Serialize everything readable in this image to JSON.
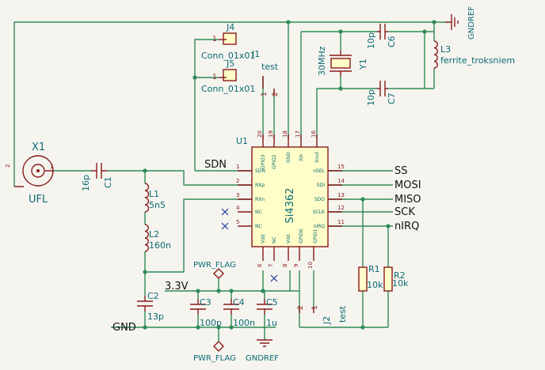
{
  "schematic": {
    "u1": {
      "ref": "U1",
      "value": "Si4362",
      "pins_left": [
        {
          "num": "1",
          "name": "SDN"
        },
        {
          "num": "2",
          "name": "RXp"
        },
        {
          "num": "3",
          "name": "RXn"
        },
        {
          "num": "4",
          "name": "NC"
        },
        {
          "num": "5",
          "name": "NC"
        }
      ],
      "pins_top": [
        {
          "num": "20",
          "name": "GPIO3"
        },
        {
          "num": "19",
          "name": "GPIO2"
        },
        {
          "num": "18",
          "name": "GND"
        },
        {
          "num": "17",
          "name": "Xin"
        },
        {
          "num": "16",
          "name": "Xout"
        }
      ],
      "pins_right": [
        {
          "num": "15",
          "name": "nSEL"
        },
        {
          "num": "14",
          "name": "SDI"
        },
        {
          "num": "13",
          "name": "SDO"
        },
        {
          "num": "12",
          "name": "SCLK"
        },
        {
          "num": "11",
          "name": "nIRQ"
        }
      ],
      "pins_bottom": [
        {
          "num": "6",
          "name": "Vdd"
        },
        {
          "num": "7",
          "name": "NC"
        },
        {
          "num": "8",
          "name": "Vdd"
        },
        {
          "num": "9",
          "name": "GPIO0"
        },
        {
          "num": "10",
          "name": "GPIO1"
        }
      ]
    },
    "x1": {
      "ref": "X1",
      "value": "UFL",
      "pin1": "1",
      "pin2": "2"
    },
    "c1": {
      "ref": "C1",
      "value": "16p"
    },
    "l1": {
      "ref": "L1",
      "value": "5n5"
    },
    "l2": {
      "ref": "L2",
      "value": "160n"
    },
    "c2": {
      "ref": "C2",
      "value": "13p"
    },
    "c3": {
      "ref": "C3",
      "value": "100p"
    },
    "c4": {
      "ref": "C4",
      "value": "100n"
    },
    "c5": {
      "ref": "C5",
      "value": "1u"
    },
    "c6": {
      "ref": "C6",
      "value": "10p"
    },
    "c7": {
      "ref": "C7",
      "value": "10p"
    },
    "y1": {
      "ref": "Y1",
      "value": "30MHz"
    },
    "l3": {
      "ref": "L3",
      "value": "ferrite_troksniem"
    },
    "r1": {
      "ref": "R1",
      "value": "10k"
    },
    "r2": {
      "ref": "R2",
      "value": "10k"
    },
    "j4": {
      "ref": "J4",
      "value": "Conn_01x01",
      "pin": "1"
    },
    "j5": {
      "ref": "J5",
      "value": "Conn_01x01",
      "pin": "1"
    },
    "j1": {
      "ref": "J1",
      "value": "test",
      "pin1": "1",
      "pin2": "2"
    },
    "j2": {
      "ref": "J2",
      "value": "test",
      "pin1": "1",
      "pin2": "2"
    },
    "net_labels": {
      "sdn": "SDN",
      "ss": "SS",
      "mosi": "MOSI",
      "miso": "MISO",
      "sck": "SCK",
      "nirq": "nIRQ",
      "v33": "3.3V",
      "gnd": "GND"
    },
    "power": {
      "gndref_top": "GNDREF",
      "gndref_bottom": "GNDREF",
      "pwr_flag_top": "PWR_FLAG",
      "pwr_flag_bottom": "PWR_FLAG"
    },
    "colors": {
      "wire": "#2e8b57",
      "component": "#8a1a1a",
      "body_fill": "#fffec8",
      "text": "#0c6b75",
      "background": "#f5f4ef"
    }
  }
}
